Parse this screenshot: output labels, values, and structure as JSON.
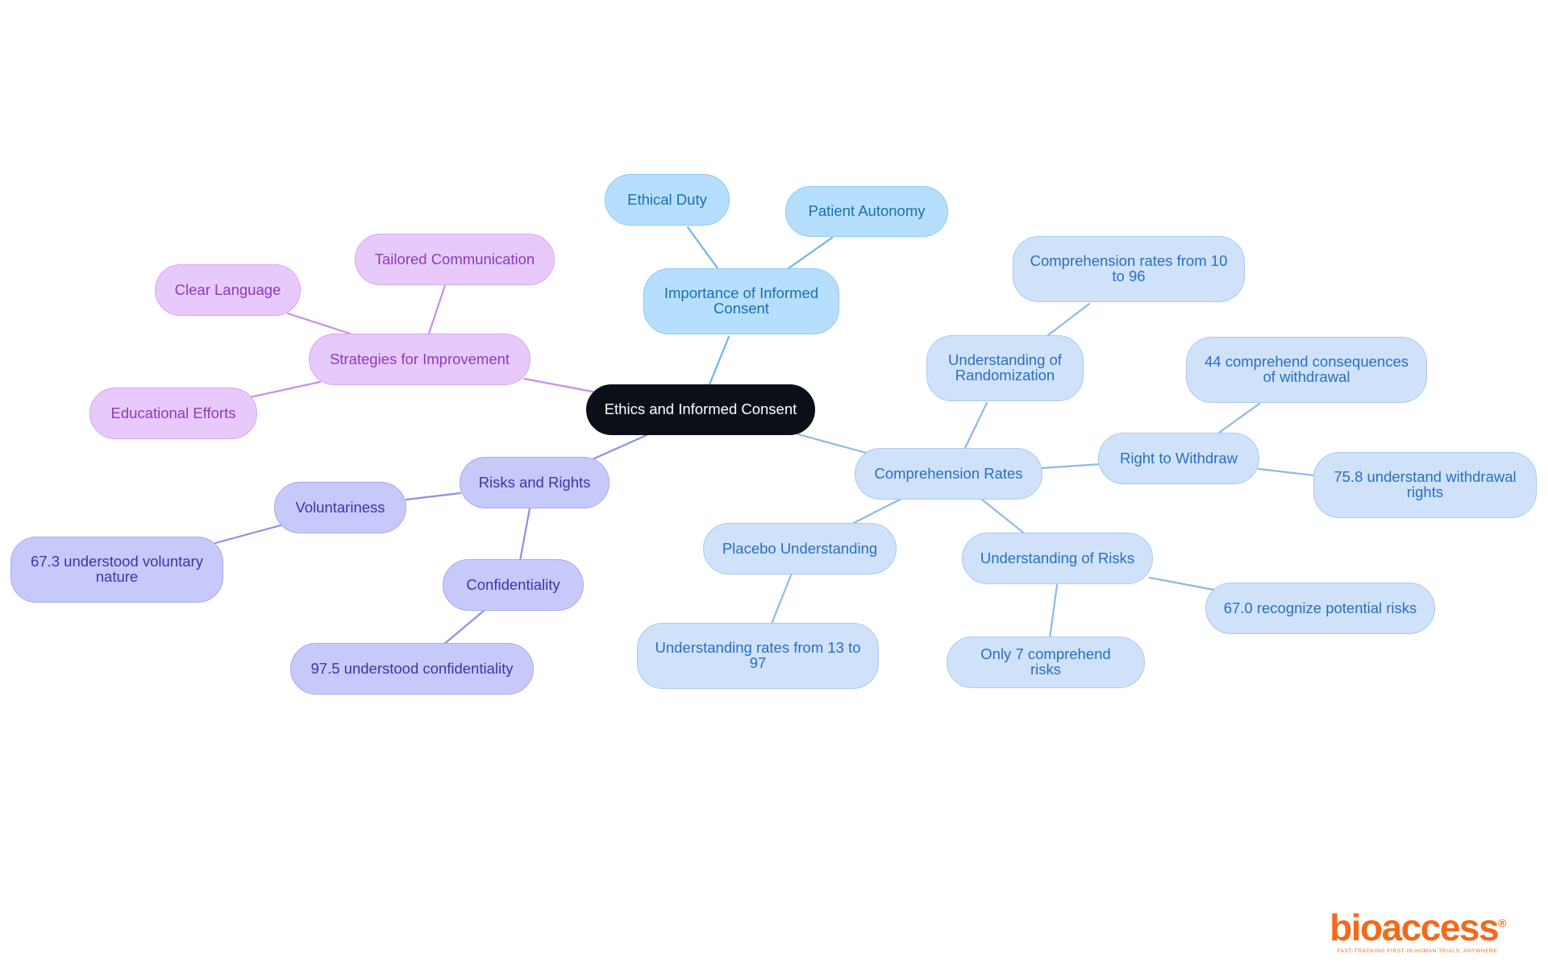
{
  "diagram": {
    "root": {
      "label": "Ethics and Informed Consent"
    },
    "branches": [
      {
        "label": "Importance of Informed Consent",
        "children": [
          {
            "label": "Ethical Duty"
          },
          {
            "label": "Patient Autonomy"
          }
        ]
      },
      {
        "label": "Comprehension Rates",
        "children": [
          {
            "label": "Understanding of Randomization",
            "children": [
              {
                "label": "Comprehension rates from 10 to 96"
              }
            ]
          },
          {
            "label": "Right to Withdraw",
            "children": [
              {
                "label": "44 comprehend consequences of withdrawal"
              },
              {
                "label": "75.8 understand withdrawal rights"
              }
            ]
          },
          {
            "label": "Understanding of Risks",
            "children": [
              {
                "label": "67.0 recognize potential risks"
              },
              {
                "label": "Only 7 comprehend risks"
              }
            ]
          },
          {
            "label": "Placebo Understanding",
            "children": [
              {
                "label": "Understanding rates from 13 to 97"
              }
            ]
          }
        ]
      },
      {
        "label": "Risks and Rights",
        "children": [
          {
            "label": "Voluntariness",
            "children": [
              {
                "label": "67.3 understood voluntary nature"
              }
            ]
          },
          {
            "label": "Confidentiality",
            "children": [
              {
                "label": "97.5 understood confidentiality"
              }
            ]
          }
        ]
      },
      {
        "label": "Strategies for Improvement",
        "children": [
          {
            "label": "Tailored Communication"
          },
          {
            "label": "Clear Language"
          },
          {
            "label": "Educational Efforts"
          }
        ]
      }
    ]
  },
  "colors": {
    "root_fill": "#0b1018",
    "consent_branch": "#b6dffd",
    "comprehension_branch": "#cfe2fa",
    "strategies_branch": "#e8c9fb",
    "risks_branch": "#c8c9fb",
    "brand_orange": "#f26a1b"
  },
  "logo": {
    "brand": "bioaccess",
    "registered_mark": "®",
    "tagline": "FAST-TRACKING FIRST-IN-HUMAN TRIALS, ANYWHERE"
  }
}
